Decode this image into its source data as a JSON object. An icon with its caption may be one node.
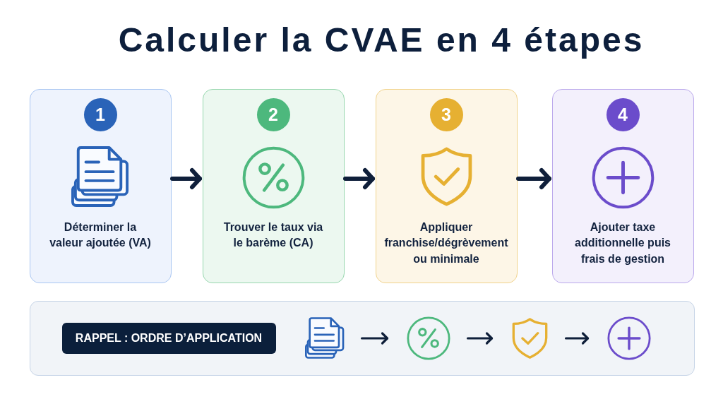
{
  "diagram": {
    "title": "Calculer la CVAE en 4 étapes",
    "nodes": [
      {
        "text": [
          "1",
          "Déterminer la valeur ajoutée (VA)"
        ]
      },
      {
        "text": [
          "2",
          "Trouver le taux via le barème (CA)"
        ]
      },
      {
        "text": [
          "3",
          "Appliquer franchise/dégrèvement ou minimale"
        ]
      },
      {
        "text": [
          "4",
          "Ajouter taxe additionnelle puis frais de gestion"
        ]
      },
      {
        "text": [],
        "shape": "box"
      },
      {
        "text": [
          "RAPPEL : ORDRE D’APPLICATION"
        ],
        "in": 4
      },
      {
        "text": [],
        "shape": "picture",
        "in": 4
      },
      {
        "text": [],
        "shape": "picture",
        "in": 4
      },
      {
        "text": [],
        "shape": "picture",
        "in": 4
      },
      {
        "text": [],
        "shape": "picture",
        "in": 4
      }
    ],
    "edges": [
      {
        "from": 0,
        "to": 1,
        "arrow": "to",
        "style": "thick"
      },
      {
        "from": 1,
        "to": 2,
        "arrow": "to",
        "style": "thick"
      },
      {
        "from": 2,
        "to": 3,
        "arrow": "to",
        "style": "thick"
      },
      {
        "from": 6,
        "to": 7,
        "arrow": "to"
      },
      {
        "from": 7,
        "to": 8,
        "arrow": "to"
      },
      {
        "from": 8,
        "to": 9,
        "arrow": "to"
      }
    ]
  }
}
